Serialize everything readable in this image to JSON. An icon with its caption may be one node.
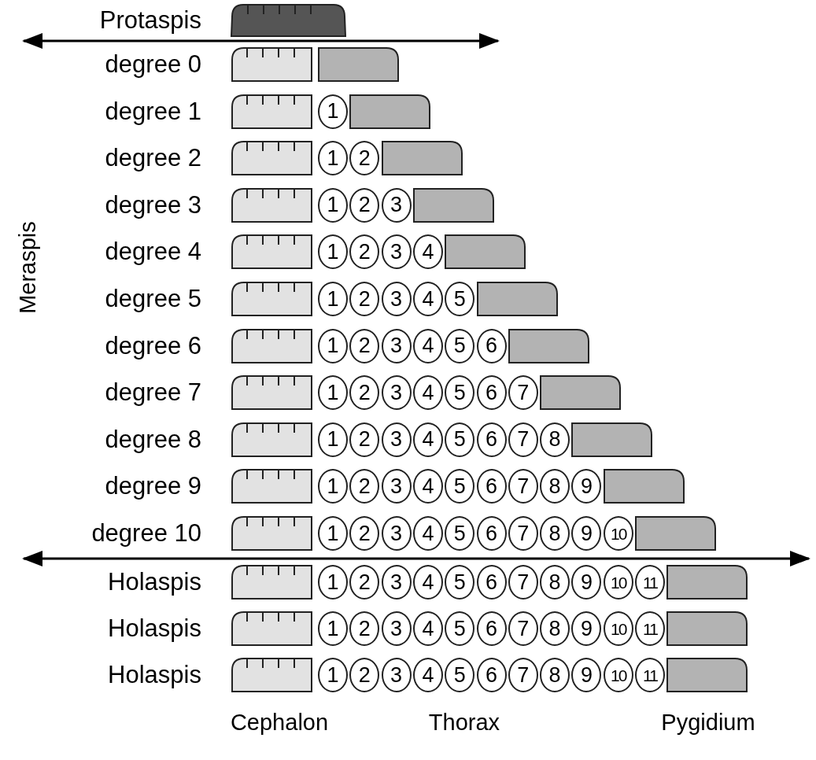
{
  "diagram": {
    "nodes": [
      {
        "text": [],
        "shape": "box",
        "beside": [
          "Protaspis"
        ]
      },
      {
        "text": [],
        "shape": "box",
        "beside": [
          "degree 0"
        ]
      },
      {
        "text": [],
        "shape": "box"
      },
      {
        "text": [],
        "shape": "box",
        "beside": [
          "degree 1"
        ]
      },
      {
        "text": [
          "1"
        ]
      },
      {
        "text": [],
        "shape": "box"
      },
      {
        "text": [],
        "shape": "box",
        "beside": [
          "degree 2"
        ]
      },
      {
        "text": [
          "1"
        ]
      },
      {
        "text": [
          "2"
        ]
      },
      {
        "text": [],
        "shape": "box"
      },
      {
        "text": [],
        "shape": "box",
        "beside": [
          "degree 3"
        ]
      },
      {
        "text": [
          "1"
        ]
      },
      {
        "text": [
          "2"
        ]
      },
      {
        "text": [
          "3"
        ]
      },
      {
        "text": [],
        "shape": "box"
      },
      {
        "text": [],
        "shape": "box",
        "beside": [
          "degree 4"
        ]
      },
      {
        "text": [
          "1"
        ]
      },
      {
        "text": [
          "2"
        ]
      },
      {
        "text": [
          "3"
        ]
      },
      {
        "text": [
          "4"
        ]
      },
      {
        "text": [],
        "shape": "box"
      },
      {
        "text": [],
        "shape": "box",
        "beside": [
          "degree 5"
        ]
      },
      {
        "text": [
          "1"
        ]
      },
      {
        "text": [
          "2"
        ]
      },
      {
        "text": [
          "3"
        ]
      },
      {
        "text": [
          "4"
        ]
      },
      {
        "text": [
          "5"
        ]
      },
      {
        "text": [],
        "shape": "box"
      },
      {
        "text": [],
        "shape": "box",
        "beside": [
          "degree 6"
        ]
      },
      {
        "text": [
          "1"
        ]
      },
      {
        "text": [
          "2"
        ]
      },
      {
        "text": [
          "3"
        ]
      },
      {
        "text": [
          "4"
        ]
      },
      {
        "text": [
          "5"
        ]
      },
      {
        "text": [
          "6"
        ]
      },
      {
        "text": [],
        "shape": "box"
      },
      {
        "text": [],
        "shape": "box",
        "beside": [
          "degree 7"
        ]
      },
      {
        "text": [
          "1"
        ]
      },
      {
        "text": [
          "2"
        ]
      },
      {
        "text": [
          "3"
        ]
      },
      {
        "text": [
          "4"
        ]
      },
      {
        "text": [
          "5"
        ]
      },
      {
        "text": [
          "6"
        ]
      },
      {
        "text": [
          "7"
        ]
      },
      {
        "text": [],
        "shape": "box"
      },
      {
        "text": [],
        "shape": "box",
        "beside": [
          "degree 8"
        ]
      },
      {
        "text": [
          "1"
        ]
      },
      {
        "text": [
          "2"
        ]
      },
      {
        "text": [
          "3"
        ]
      },
      {
        "text": [
          "4"
        ]
      },
      {
        "text": [
          "5"
        ]
      },
      {
        "text": [
          "6"
        ]
      },
      {
        "text": [
          "7"
        ]
      },
      {
        "text": [
          "8"
        ]
      },
      {
        "text": [],
        "shape": "box"
      },
      {
        "text": [],
        "shape": "box",
        "beside": [
          "degree 9"
        ]
      },
      {
        "text": [
          "1"
        ]
      },
      {
        "text": [
          "2"
        ]
      },
      {
        "text": [
          "3"
        ]
      },
      {
        "text": [
          "4"
        ]
      },
      {
        "text": [
          "5"
        ]
      },
      {
        "text": [
          "6"
        ]
      },
      {
        "text": [
          "7"
        ]
      },
      {
        "text": [
          "8"
        ]
      },
      {
        "text": [
          "9"
        ]
      },
      {
        "text": [],
        "shape": "box"
      },
      {
        "text": [],
        "shape": "box",
        "beside": [
          "degree 10"
        ]
      },
      {
        "text": [
          "1"
        ]
      },
      {
        "text": [
          "2"
        ]
      },
      {
        "text": [
          "3"
        ]
      },
      {
        "text": [
          "4"
        ]
      },
      {
        "text": [
          "5"
        ]
      },
      {
        "text": [
          "6"
        ]
      },
      {
        "text": [
          "7"
        ]
      },
      {
        "text": [
          "8"
        ]
      },
      {
        "text": [
          "9"
        ]
      },
      {
        "text": [
          "10"
        ]
      },
      {
        "text": [],
        "shape": "box"
      },
      {
        "text": [],
        "shape": "box",
        "beside": [
          "Holaspis"
        ]
      },
      {
        "text": [
          "1"
        ]
      },
      {
        "text": [
          "2"
        ]
      },
      {
        "text": [
          "3"
        ]
      },
      {
        "text": [
          "4"
        ]
      },
      {
        "text": [
          "5"
        ]
      },
      {
        "text": [
          "6"
        ]
      },
      {
        "text": [
          "7"
        ]
      },
      {
        "text": [
          "8"
        ]
      },
      {
        "text": [
          "9"
        ]
      },
      {
        "text": [
          "10"
        ]
      },
      {
        "text": [
          "11"
        ]
      },
      {
        "text": [],
        "shape": "box"
      },
      {
        "text": [],
        "shape": "box",
        "beside": [
          "Holaspis"
        ]
      },
      {
        "text": [
          "1"
        ]
      },
      {
        "text": [
          "2"
        ]
      },
      {
        "text": [
          "3"
        ]
      },
      {
        "text": [
          "4"
        ]
      },
      {
        "text": [
          "5"
        ]
      },
      {
        "text": [
          "6"
        ]
      },
      {
        "text": [
          "7"
        ]
      },
      {
        "text": [
          "8"
        ]
      },
      {
        "text": [
          "9"
        ]
      },
      {
        "text": [
          "10"
        ]
      },
      {
        "text": [
          "11"
        ]
      },
      {
        "text": [],
        "shape": "box"
      },
      {
        "text": [],
        "shape": "box",
        "beside": [
          "Holaspis"
        ]
      },
      {
        "text": [
          "1"
        ]
      },
      {
        "text": [
          "2"
        ]
      },
      {
        "text": [
          "3"
        ]
      },
      {
        "text": [
          "4"
        ]
      },
      {
        "text": [
          "5"
        ]
      },
      {
        "text": [
          "6"
        ]
      },
      {
        "text": [
          "7"
        ]
      },
      {
        "text": [
          "8"
        ]
      },
      {
        "text": [
          "9"
        ]
      },
      {
        "text": [
          "10"
        ]
      },
      {
        "text": [
          "11"
        ]
      },
      {
        "text": [],
        "shape": "box"
      }
    ],
    "labels": [
      "Meraspis",
      "Cephalon",
      "Thorax",
      "Pygidium"
    ]
  }
}
